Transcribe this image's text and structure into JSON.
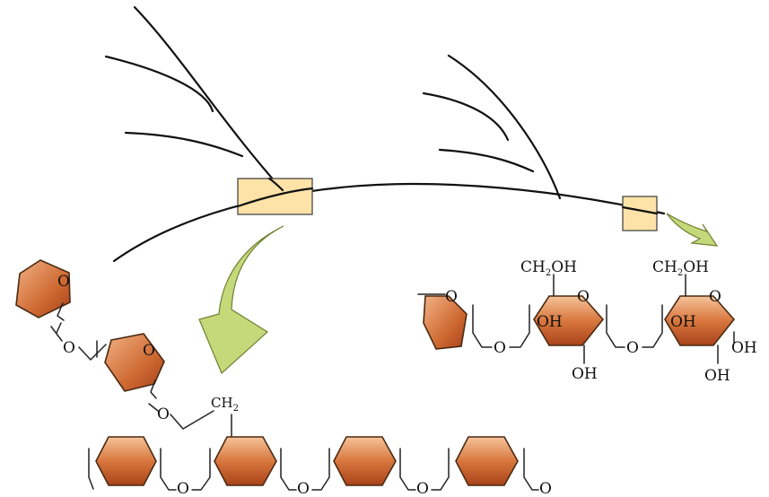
{
  "labels": {
    "o": "O",
    "oh": "OH",
    "ch2": "CH",
    "ch2_sub": "2",
    "ch2oh_prefix": "CH",
    "ch2oh_sub": "2",
    "ch2oh_suffix": "OH"
  },
  "colors": {
    "highlight_box": "#fde3a7",
    "arrow": "#c6d97a",
    "ring_light": "#f4b98b",
    "ring_dark": "#a9431a"
  }
}
